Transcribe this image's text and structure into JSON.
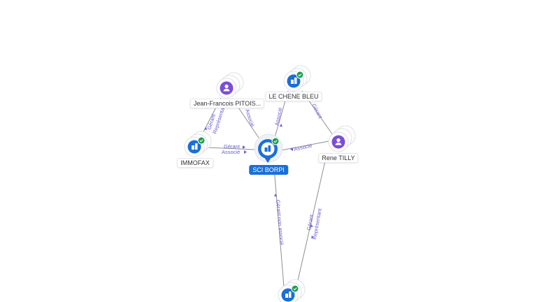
{
  "colors": {
    "company": "#1a6fd8",
    "person": "#7b4fd6",
    "check": "#1e9e4a",
    "edge": "#8a8f96",
    "edge_label": "#6b5bd6"
  },
  "nodes": {
    "jean_francois": {
      "label": "Jean-Francois PITOIS...",
      "kind": "person",
      "icon": "person-icon"
    },
    "le_chene_bleu": {
      "label": "LE CHENE BLEU",
      "kind": "company",
      "icon": "building-icon"
    },
    "immofax": {
      "label": "IMMOFAX",
      "kind": "company",
      "icon": "building-icon"
    },
    "sci_borpi": {
      "label": "SCI BORPI",
      "kind": "company",
      "icon": "building-icon"
    },
    "rene_tilly": {
      "label": "Rene TILLY",
      "kind": "person",
      "icon": "person-icon"
    },
    "bottom_company": {
      "label": "",
      "kind": "company",
      "icon": "building-icon"
    }
  },
  "edges": {
    "jf_immofax": [
      "Gérant",
      "Représentant"
    ],
    "jf_borpi": [
      "Associé"
    ],
    "chene_borpi": [
      "Associé"
    ],
    "chene_rene": [
      "Gérant"
    ],
    "immofax_borpi": [
      "Gérant",
      "Associé"
    ],
    "rene_borpi": [
      "Associé"
    ],
    "borpi_bottom": [
      "Gérant non associé"
    ],
    "rene_bottom": [
      "Gérant",
      "Représentant"
    ]
  }
}
